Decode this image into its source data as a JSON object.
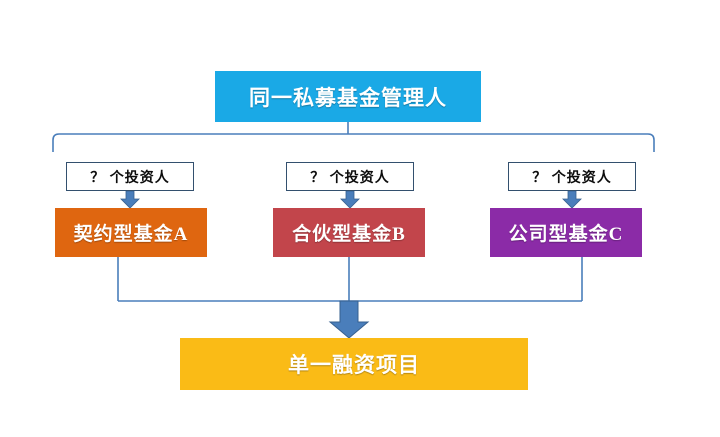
{
  "diagram": {
    "title_box": {
      "label": "同一私募基金管理人",
      "color": "#1aa9e6"
    },
    "investor_labels": [
      {
        "label": "？ 个投资人"
      },
      {
        "label": "？ 个投资人"
      },
      {
        "label": "？ 个投资人"
      }
    ],
    "funds": [
      {
        "label": "契约型基金A",
        "color": "#df6610"
      },
      {
        "label": "合伙型基金B",
        "color": "#c2454b"
      },
      {
        "label": "公司型基金C",
        "color": "#8b2ba7"
      }
    ],
    "project_box": {
      "label": "单一融资项目",
      "color": "#fabb16"
    },
    "connector_color": "#4a7ebb",
    "icons": {
      "bracket": "brace-bracket-icon",
      "arrow_down": "arrow-down-icon",
      "merge_arrow": "merge-arrow-down-icon"
    }
  }
}
